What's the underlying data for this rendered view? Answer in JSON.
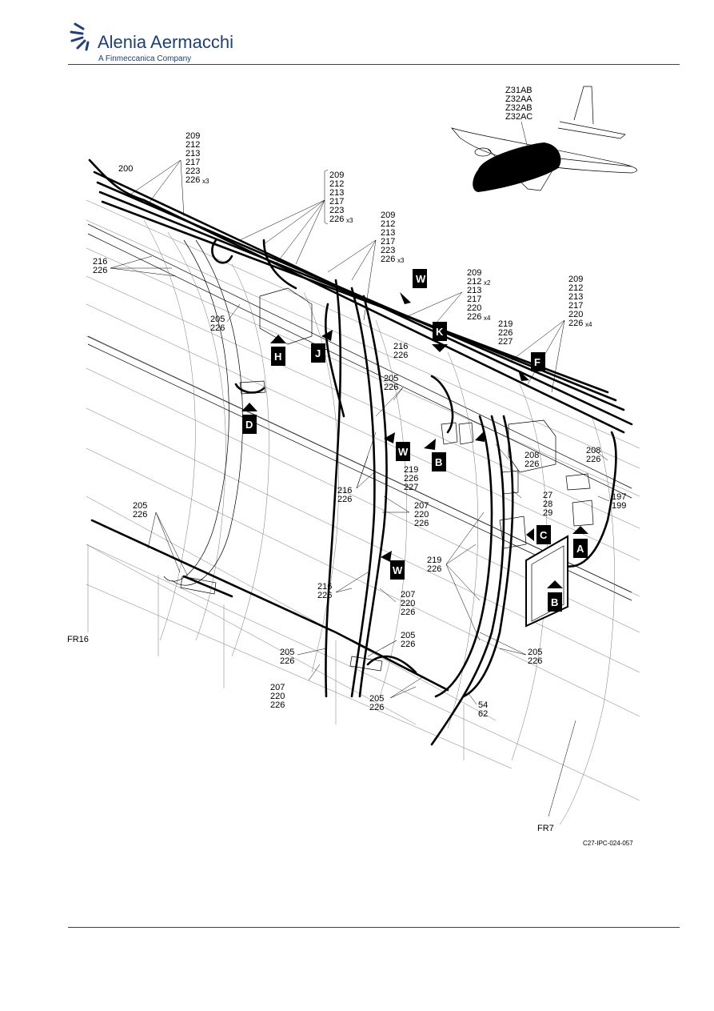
{
  "header": {
    "company": "Alenia Aermacchi",
    "subtitle": "A Finmeccanica Company"
  },
  "inset": {
    "zones": [
      "Z31AB",
      "Z32AA",
      "Z32AB",
      "Z32AC"
    ]
  },
  "callouts": {
    "c200": "200",
    "c_top1": [
      "209",
      "212",
      "213",
      "217",
      "223",
      "226"
    ],
    "c_top1_x": "x3",
    "c_top2": [
      "209",
      "212",
      "213",
      "217",
      "223",
      "226"
    ],
    "c_top2_x": "x3",
    "c_top3": [
      "209",
      "212",
      "213",
      "217",
      "223",
      "226"
    ],
    "c_top3_x": "x3",
    "c_top4": [
      "209",
      "212",
      "213",
      "217",
      "220",
      "226"
    ],
    "c_top4_x2": "x2",
    "c_top4_x": "x4",
    "c_top5": [
      "209",
      "212",
      "213",
      "217",
      "220",
      "226"
    ],
    "c_top5_x": "x4",
    "c_216a": [
      "216",
      "226"
    ],
    "c_205a": [
      "205",
      "226"
    ],
    "c_219a": [
      "219",
      "226",
      "227"
    ],
    "c_216b": [
      "216",
      "226"
    ],
    "c_205b": [
      "205",
      "226"
    ],
    "c_208a": [
      "208",
      "226"
    ],
    "c_208b": [
      "208",
      "226"
    ],
    "c_219b": [
      "219",
      "226",
      "227"
    ],
    "c_272829": [
      "27",
      "28",
      "29"
    ],
    "c_197": [
      "197",
      "199"
    ],
    "c_216c": [
      "216",
      "226"
    ],
    "c_207a": [
      "207",
      "220",
      "226"
    ],
    "c_205c": [
      "205",
      "226"
    ],
    "c_219c": [
      "219",
      "226"
    ],
    "c_216d": [
      "216",
      "226"
    ],
    "c_207b": [
      "207",
      "220",
      "226"
    ],
    "c_205d": [
      "205",
      "226"
    ],
    "c_205e": [
      "205",
      "226"
    ],
    "c_205f": [
      "205",
      "226"
    ],
    "c_207c": [
      "207",
      "220",
      "226"
    ],
    "c_205g": [
      "205",
      "226"
    ],
    "c_5462": [
      "54",
      "62"
    ]
  },
  "views": {
    "W1": "W",
    "K": "K",
    "F": "F",
    "H": "H",
    "J": "J",
    "D": "D",
    "W2": "W",
    "B1": "B",
    "C": "C",
    "A": "A",
    "W3": "W",
    "B2": "B"
  },
  "frames": {
    "fr16": "FR16",
    "fr7": "FR7"
  },
  "figure_id": "C27-IPC-024-057"
}
